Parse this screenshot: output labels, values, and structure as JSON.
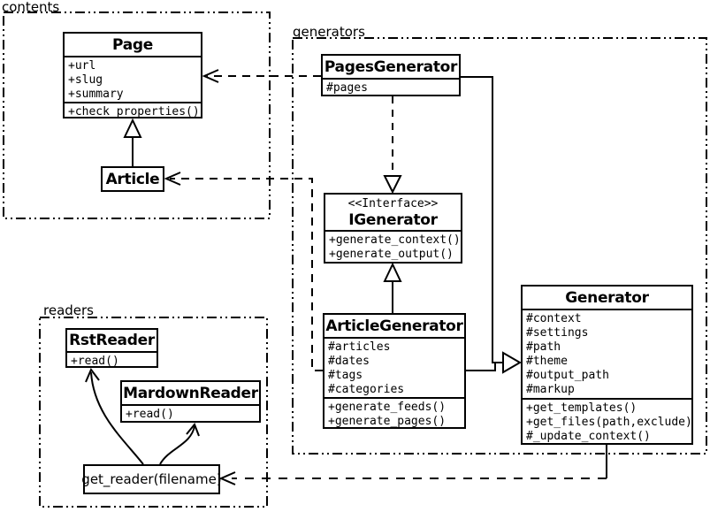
{
  "diagram_type": "uml-class-diagram",
  "colors": {
    "line": "#000000",
    "background": "#ffffff"
  },
  "packages": {
    "contents": {
      "label": "contents"
    },
    "generators": {
      "label": "generators"
    },
    "readers": {
      "label": "readers"
    }
  },
  "classes": {
    "page": {
      "name": "Page",
      "attributes": [
        "+url",
        "+slug",
        "+summary"
      ],
      "methods": [
        "+check_properties()"
      ]
    },
    "article": {
      "name": "Article"
    },
    "pages_generator": {
      "name": "PagesGenerator",
      "attributes": [
        "#pages"
      ]
    },
    "igenerator": {
      "stereotype": "<<Interface>>",
      "name": "IGenerator",
      "methods": [
        "+generate_context()",
        "+generate_output()"
      ]
    },
    "article_generator": {
      "name": "ArticleGenerator",
      "attributes": [
        "#articles",
        "#dates",
        "#tags",
        "#categories"
      ],
      "methods": [
        "+generate_feeds()",
        "+generate_pages()"
      ]
    },
    "generator": {
      "name": "Generator",
      "attributes": [
        "#context",
        "#settings",
        "#path",
        "#theme",
        "#output_path",
        "#markup"
      ],
      "methods": [
        "+get_templates()",
        "+get_files(path,exclude)",
        "#_update_context()"
      ]
    },
    "rst_reader": {
      "name": "RstReader",
      "methods": [
        "+read()"
      ]
    },
    "markdown_reader": {
      "name": "MardownReader",
      "methods": [
        "+read()"
      ]
    },
    "get_reader": {
      "label": "get_reader(filename)"
    }
  },
  "relationships": [
    {
      "from": "Article",
      "to": "Page",
      "type": "generalization"
    },
    {
      "from": "PagesGenerator",
      "to": "Page",
      "type": "dependency"
    },
    {
      "from": "ArticleGenerator",
      "to": "Article",
      "type": "dependency"
    },
    {
      "from": "PagesGenerator",
      "to": "IGenerator",
      "type": "realization"
    },
    {
      "from": "ArticleGenerator",
      "to": "IGenerator",
      "type": "generalization"
    },
    {
      "from": "PagesGenerator",
      "to": "Generator",
      "type": "generalization"
    },
    {
      "from": "ArticleGenerator",
      "to": "Generator",
      "type": "generalization"
    },
    {
      "from": "Generator",
      "to": "get_reader(filename)",
      "type": "dependency"
    },
    {
      "from": "get_reader(filename)",
      "to": "RstReader",
      "type": "arrow"
    },
    {
      "from": "get_reader(filename)",
      "to": "MardownReader",
      "type": "arrow"
    }
  ]
}
